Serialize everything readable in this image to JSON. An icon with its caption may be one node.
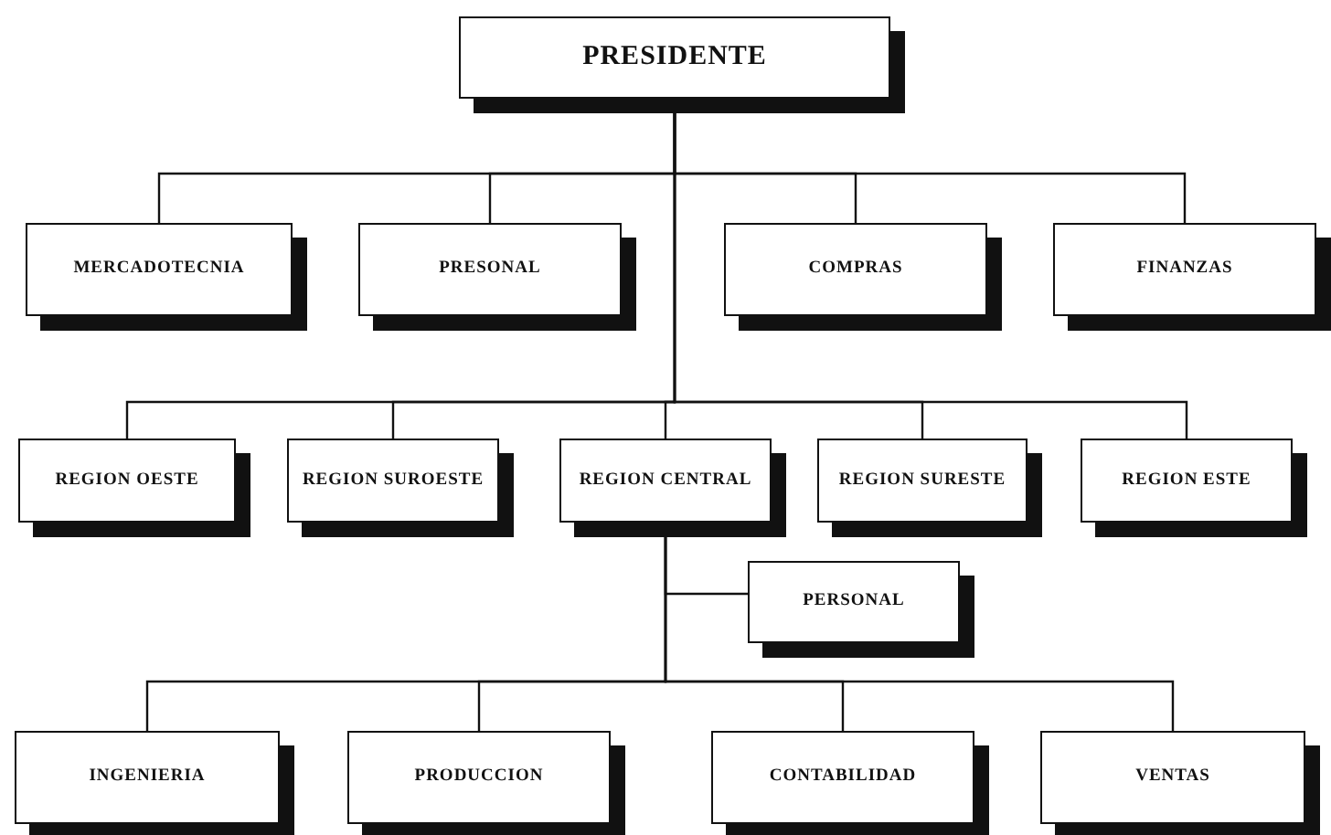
{
  "diagram": {
    "nodes": [
      {
        "text": [
          "PRESIDENTE"
        ]
      },
      {
        "text": [
          "MERCADOTECNIA"
        ]
      },
      {
        "text": [
          "PRESONAL"
        ]
      },
      {
        "text": [
          "COMPRAS"
        ]
      },
      {
        "text": [
          "FINANZAS"
        ]
      },
      {
        "text": [
          "REGION OESTE"
        ]
      },
      {
        "text": [
          "REGION SUROESTE"
        ]
      },
      {
        "text": [
          "REGION CENTRAL"
        ]
      },
      {
        "text": [
          "REGION SURESTE"
        ]
      },
      {
        "text": [
          "REGION ESTE"
        ]
      },
      {
        "text": [
          "PERSONAL"
        ]
      },
      {
        "text": [
          "INGENIERIA"
        ]
      },
      {
        "text": [
          "PRODUCCION"
        ]
      },
      {
        "text": [
          "CONTABILIDAD"
        ]
      },
      {
        "text": [
          "VENTAS"
        ]
      }
    ],
    "edges": [
      {
        "from": 0,
        "to": 1,
        "arrow": "none"
      },
      {
        "from": 0,
        "to": 2,
        "arrow": "none"
      },
      {
        "from": 0,
        "to": 3,
        "arrow": "none"
      },
      {
        "from": 0,
        "to": 4,
        "arrow": "none"
      },
      {
        "from": 0,
        "to": 5,
        "arrow": "none"
      },
      {
        "from": 0,
        "to": 6,
        "arrow": "none"
      },
      {
        "from": 0,
        "to": 7,
        "arrow": "none"
      },
      {
        "from": 0,
        "to": 8,
        "arrow": "none"
      },
      {
        "from": 0,
        "to": 9,
        "arrow": "none"
      },
      {
        "from": 7,
        "to": 10,
        "arrow": "none"
      },
      {
        "from": 7,
        "to": 11,
        "arrow": "none"
      },
      {
        "from": 7,
        "to": 12,
        "arrow": "none"
      },
      {
        "from": 7,
        "to": 13,
        "arrow": "none"
      },
      {
        "from": 7,
        "to": 14,
        "arrow": "none"
      }
    ]
  }
}
